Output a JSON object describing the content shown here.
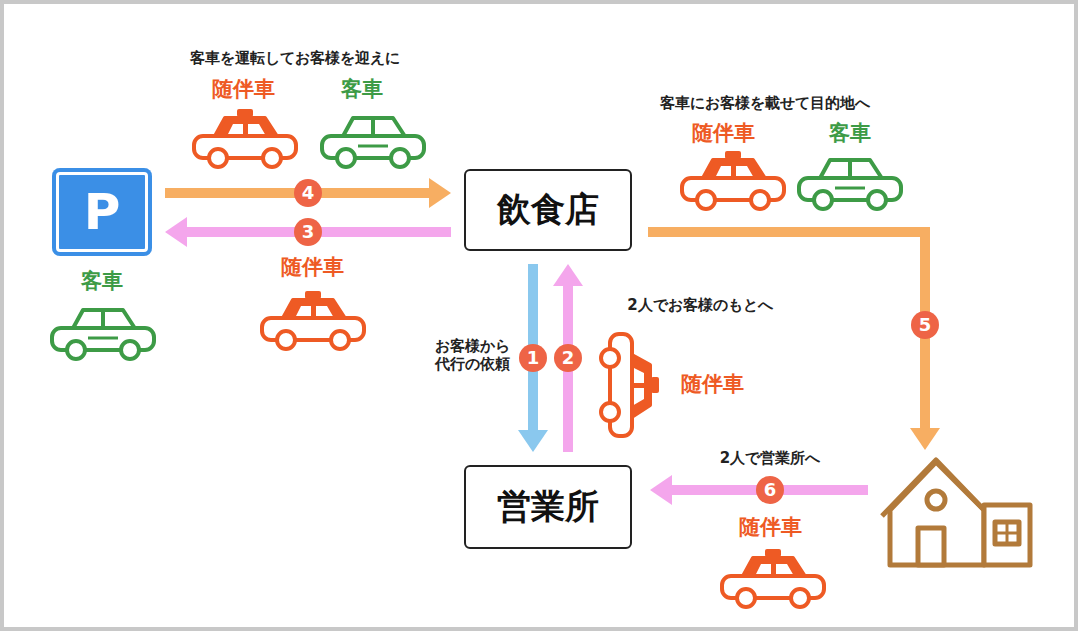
{
  "diagram": {
    "nodes": [
      {
        "text": [
          "P"
        ]
      },
      {
        "text": [
          "飲食店"
        ]
      },
      {
        "text": [
          "営業所"
        ]
      }
    ],
    "edges": [
      {
        "from": 1,
        "to": 2,
        "arrow": "to",
        "label": "1"
      },
      {
        "from": 2,
        "to": 1,
        "arrow": "to",
        "label": "2"
      },
      {
        "from": 1,
        "to": 0,
        "arrow": "to",
        "label": "3"
      },
      {
        "from": 0,
        "to": 1,
        "arrow": "to",
        "label": "4"
      }
    ],
    "labels": [
      "客車を運転してお客様を迎えに",
      "随伴車",
      "客車",
      "客車にお客様を載せて目的地へ",
      "随伴車",
      "客車",
      "客車",
      "随伴車",
      "2人でお客様のもとへ",
      "お客様から 代行の依頼",
      "随伴車",
      "5",
      "2人で営業所へ",
      "6",
      "随伴車"
    ]
  }
}
